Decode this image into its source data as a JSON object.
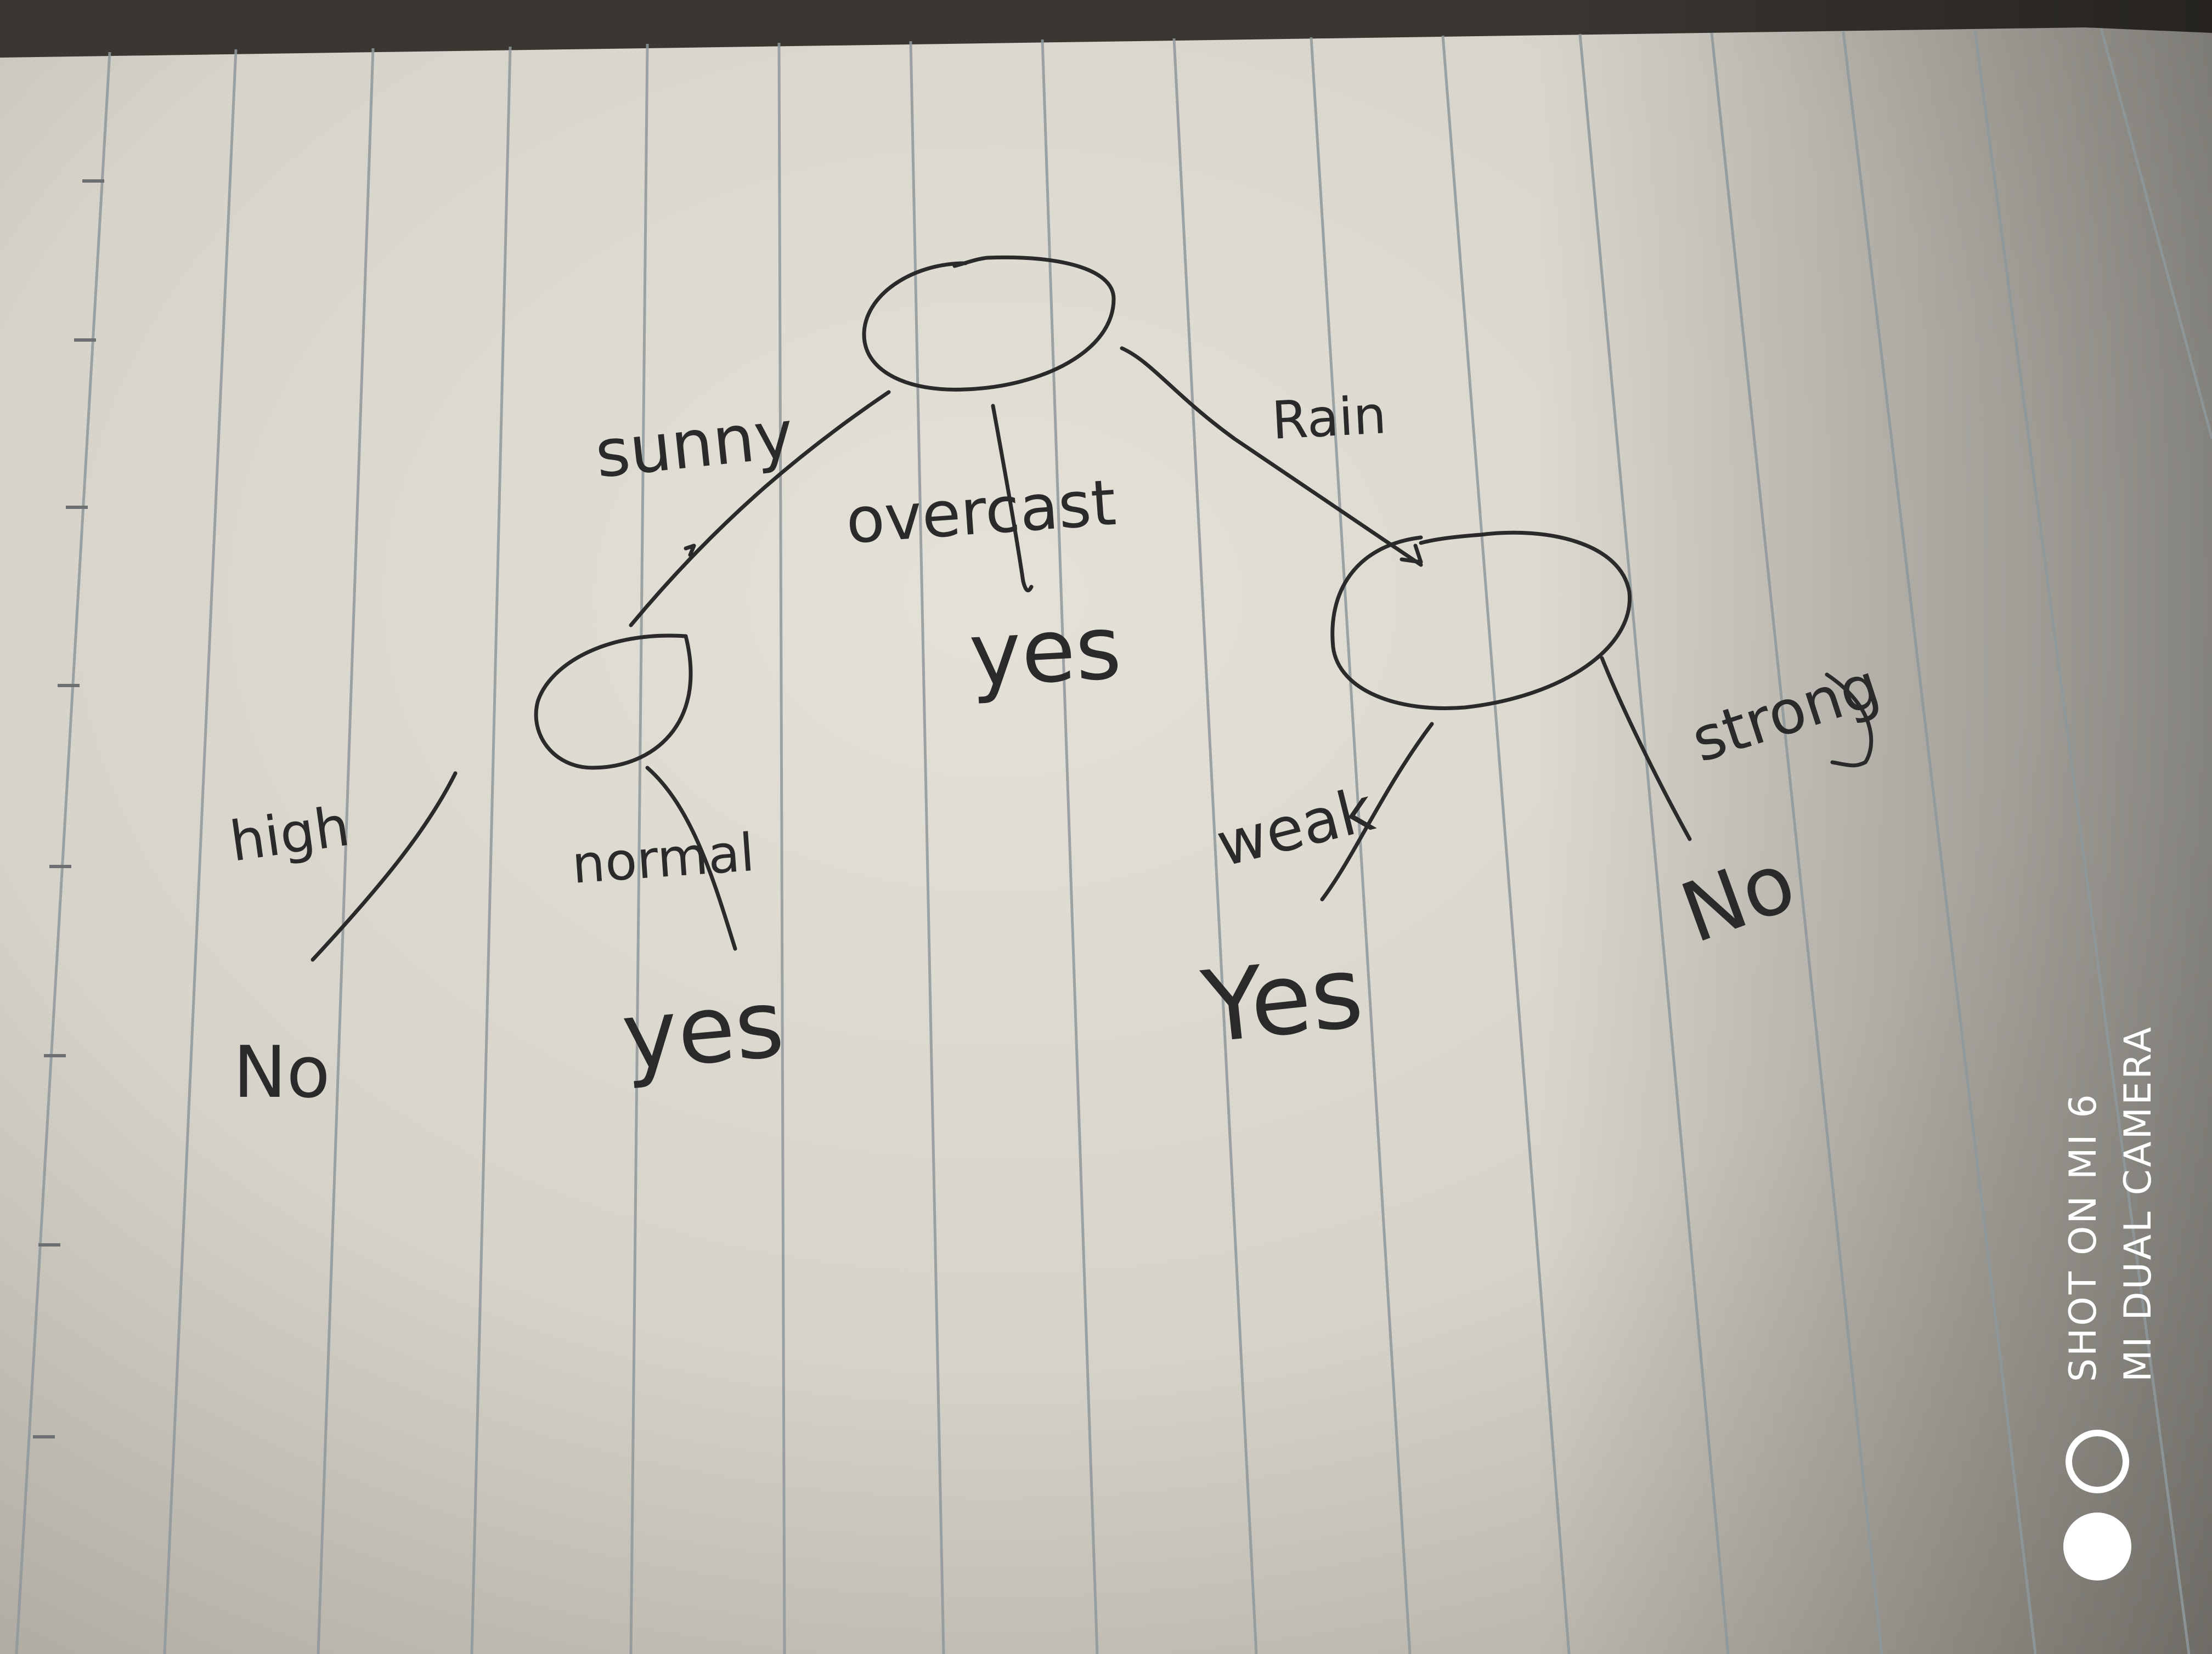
{
  "diagram": {
    "edges": {
      "sunny": "sunny",
      "overcast": "overcast",
      "rain": "Rain",
      "high": "high",
      "normal": "normal",
      "weak": "weak",
      "strong": "strong"
    },
    "leaves": {
      "overcast_leaf": "yes",
      "high_leaf": "No",
      "normal_leaf": "yes",
      "weak_leaf": "Yes",
      "strong_leaf": "No"
    }
  },
  "watermark": {
    "line1": "SHOT ON MI 6",
    "line2": "MI DUAL CAMERA"
  },
  "colors": {
    "ink": "#2b2a2a",
    "paper": "#dcd9d1",
    "rule_lines": "#9fa6a8"
  }
}
